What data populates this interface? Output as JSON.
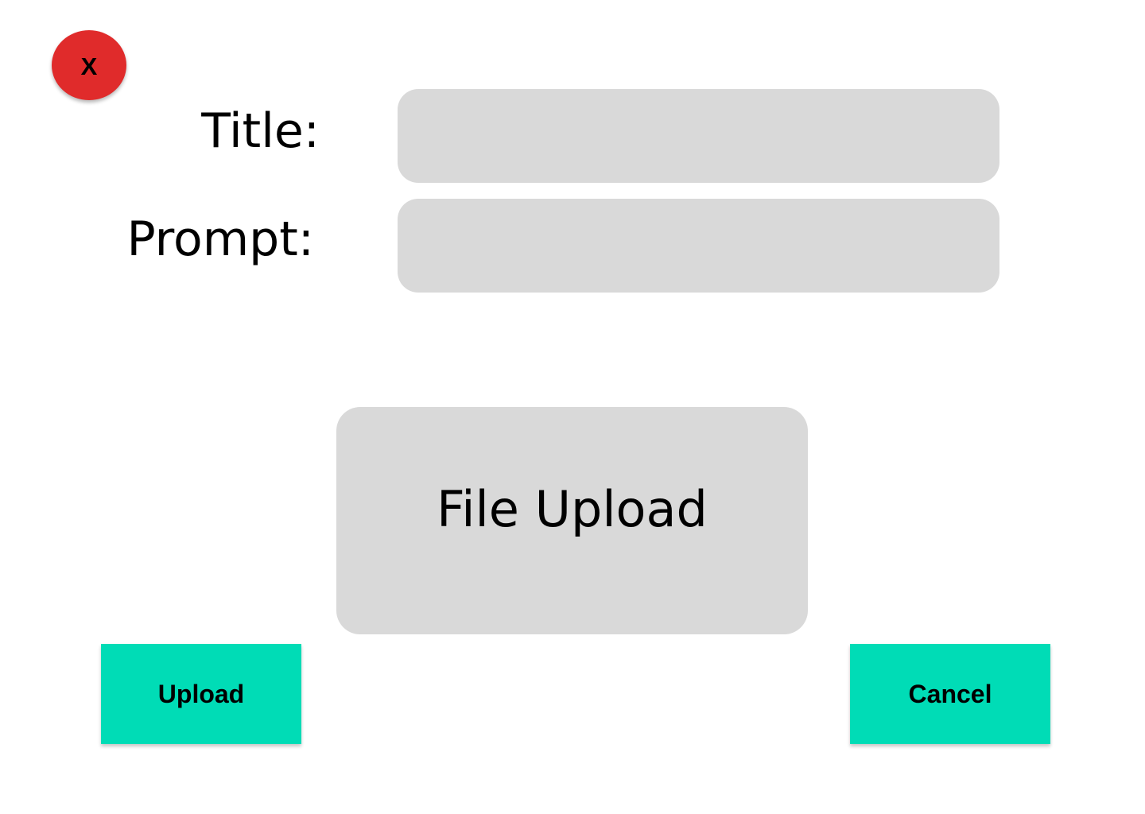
{
  "dialog": {
    "close_label": "X",
    "title_label": "Title:",
    "title_value": "",
    "prompt_label": "Prompt:",
    "prompt_value": "",
    "file_upload_label": "File Upload",
    "upload_label": "Upload",
    "cancel_label": "Cancel"
  },
  "colors": {
    "close": "#e02b2b",
    "field": "#d9d9d9",
    "accent": "#00dcb6"
  }
}
